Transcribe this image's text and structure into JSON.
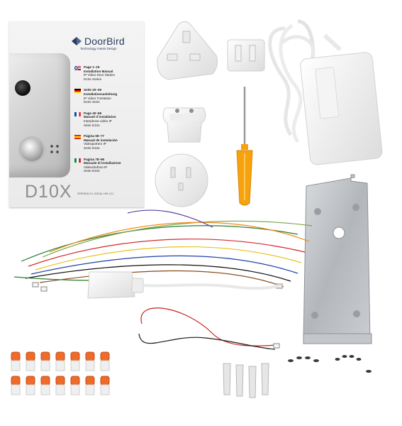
{
  "manual": {
    "brand": "DoorBird",
    "tagline": "Technology meets Design",
    "model": "D10X",
    "version": "VERSION 2.0, 9/2016, HW 1.01",
    "languages": [
      {
        "flag": "us-uk-flag-icon",
        "pages": "Page 1–19",
        "title": "Installation Manual",
        "line2": "IP Video Door Station",
        "line3": "D10x Series"
      },
      {
        "flag": "germany-flag-icon",
        "pages": "Seite 20–39",
        "title": "Installationsanleitung",
        "line2": "IP Video Türstation",
        "line3": "D10x Serie"
      },
      {
        "flag": "france-flag-icon",
        "pages": "Page 40–58",
        "title": "Manuel d´installation",
        "line2": "Interphone vidéo IP",
        "line3": "Série D10x"
      },
      {
        "flag": "spain-flag-icon",
        "pages": "Página 59–77",
        "title": "Manual de instalación",
        "line2": "Videoportero IP",
        "line3": "Serie D10x"
      },
      {
        "flag": "italy-flag-icon",
        "pages": "Pagina 78–96",
        "title": "Manuale di installazione",
        "line2": "Videocitofono IP",
        "line3": "Serie D10x"
      }
    ]
  },
  "colors": {
    "brand": "#2a3b5c",
    "screwdriver_handle": "#f5a20c",
    "connector": "#f06a2a",
    "mount_plate": "#b8bcc0"
  }
}
